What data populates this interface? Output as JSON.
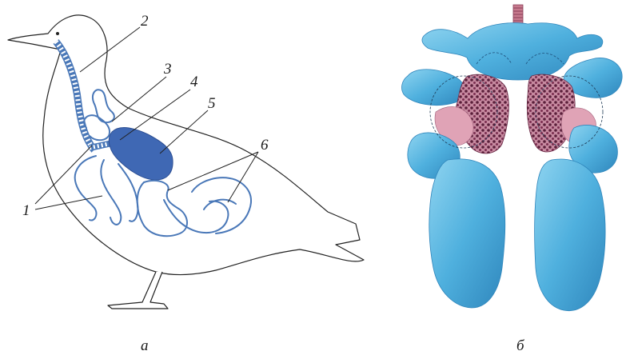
{
  "labels": {
    "l1": "1",
    "l2": "2",
    "l3": "3",
    "l4": "4",
    "l5": "5",
    "l6": "6"
  },
  "captions": {
    "left": "а",
    "right": "б"
  },
  "colors": {
    "lung_fill": "#3f68b4",
    "sac_stroke": "#4a78b8",
    "sac_fill_light": "#5fb8e0",
    "lung_tissue": "#a04a6a"
  }
}
